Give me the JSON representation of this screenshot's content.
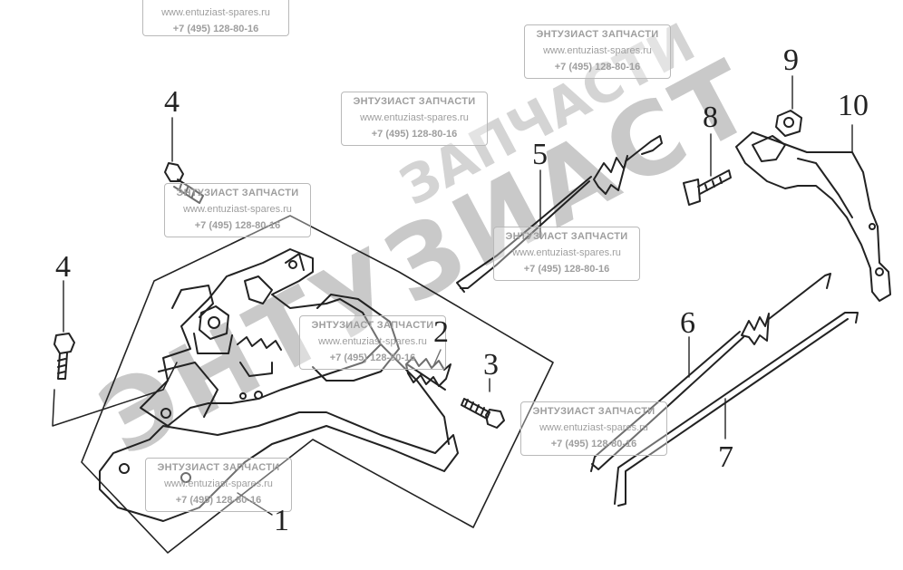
{
  "watermark": {
    "company_line": "ЭНТУЗИАСТ ЗАПЧАСТИ",
    "website": "www.entuziast-spares.ru",
    "phone": "+7 (495) 128-80-16",
    "big_logo": "ЭНТУЗИАСТ",
    "big_logo_sub": "ЗАПЧАСТИ"
  },
  "callouts": {
    "c1": "1",
    "c2": "2",
    "c3": "3",
    "c4a": "4",
    "c4b": "4",
    "c5": "5",
    "c6": "6",
    "c7": "7",
    "c8": "8",
    "c9": "9",
    "c10": "10"
  },
  "colors": {
    "line": "#222222",
    "watermark": "#d4d4d4",
    "stamp_text": "#9e9e9e"
  }
}
